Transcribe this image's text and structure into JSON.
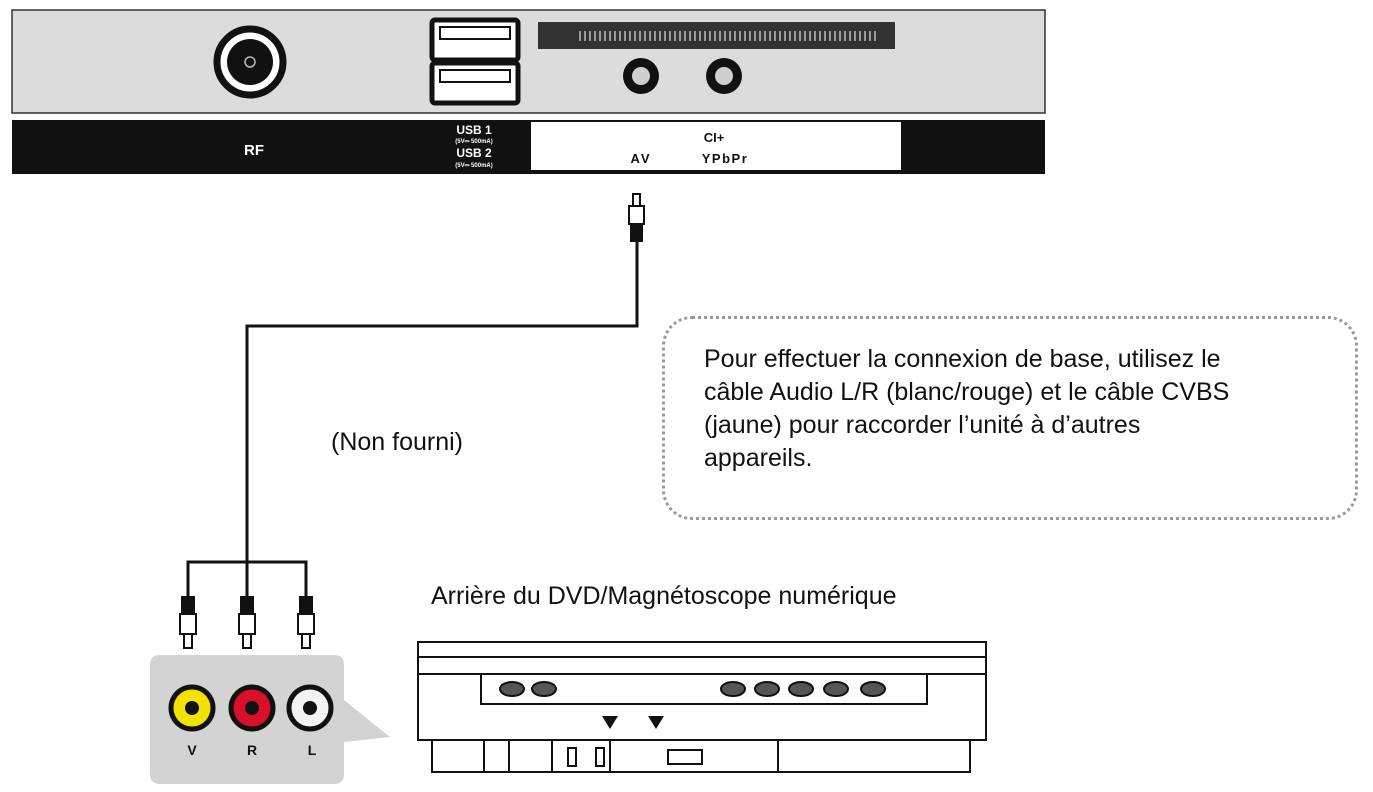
{
  "tv_panel": {
    "rf_label": "RF",
    "usb1_label": "USB 1",
    "usb1_spec": "(5V⎓ 500mA)",
    "usb2_label": "USB 2",
    "usb2_spec": "(5V⎓ 500mA)",
    "ci_label": "CI+",
    "av_label": "AV",
    "ypbpr_label": "YPbPr"
  },
  "cable_caption": "(Non fourni)",
  "note": "Pour effectuer la connexion de base, utilisez le\ncâble Audio L/R (blanc/rouge) et le câble CVBS\n(jaune) pour raccorder l’unité à d’autres\nappareils.",
  "device_caption": "Arrière du DVD/Magnétoscope numérique",
  "jack_labels": {
    "v": "V",
    "r": "R",
    "l": "L"
  },
  "colors": {
    "panel_gray": "#dcdcdc",
    "label_bar": "#111111",
    "jack_yellow": "#f2e200",
    "jack_red": "#d8102a",
    "jack_white": "#f2f2f2",
    "callout_gray": "#d3d3d3"
  }
}
